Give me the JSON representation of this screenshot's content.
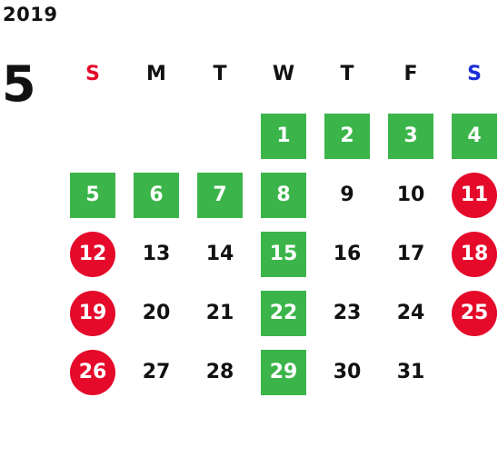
{
  "calendar": {
    "year": "2019",
    "month": "5",
    "weekdays": [
      {
        "label": "S",
        "color": "#e5092a"
      },
      {
        "label": "M",
        "color": "#111111"
      },
      {
        "label": "T",
        "color": "#111111"
      },
      {
        "label": "W",
        "color": "#111111"
      },
      {
        "label": "T",
        "color": "#111111"
      },
      {
        "label": "F",
        "color": "#111111"
      },
      {
        "label": "S",
        "color": "#1a2ed6"
      }
    ],
    "first_weekday_index": 3,
    "days": [
      {
        "n": "1",
        "style": "green"
      },
      {
        "n": "2",
        "style": "green"
      },
      {
        "n": "3",
        "style": "green"
      },
      {
        "n": "4",
        "style": "green"
      },
      {
        "n": "5",
        "style": "green"
      },
      {
        "n": "6",
        "style": "green"
      },
      {
        "n": "7",
        "style": "green"
      },
      {
        "n": "8",
        "style": "green"
      },
      {
        "n": "9",
        "style": "plain"
      },
      {
        "n": "10",
        "style": "plain"
      },
      {
        "n": "11",
        "style": "red"
      },
      {
        "n": "12",
        "style": "red"
      },
      {
        "n": "13",
        "style": "plain"
      },
      {
        "n": "14",
        "style": "plain"
      },
      {
        "n": "15",
        "style": "green"
      },
      {
        "n": "16",
        "style": "plain"
      },
      {
        "n": "17",
        "style": "plain"
      },
      {
        "n": "18",
        "style": "red"
      },
      {
        "n": "19",
        "style": "red"
      },
      {
        "n": "20",
        "style": "plain"
      },
      {
        "n": "21",
        "style": "plain"
      },
      {
        "n": "22",
        "style": "green"
      },
      {
        "n": "23",
        "style": "plain"
      },
      {
        "n": "24",
        "style": "plain"
      },
      {
        "n": "25",
        "style": "red"
      },
      {
        "n": "26",
        "style": "red"
      },
      {
        "n": "27",
        "style": "plain"
      },
      {
        "n": "28",
        "style": "plain"
      },
      {
        "n": "29",
        "style": "green"
      },
      {
        "n": "30",
        "style": "plain"
      },
      {
        "n": "31",
        "style": "plain"
      }
    ],
    "colors": {
      "holiday_green": "#3bb54a",
      "closed_red": "#e5092a",
      "sunday_red": "#e5092a",
      "saturday_blue": "#1a2ed6"
    }
  }
}
